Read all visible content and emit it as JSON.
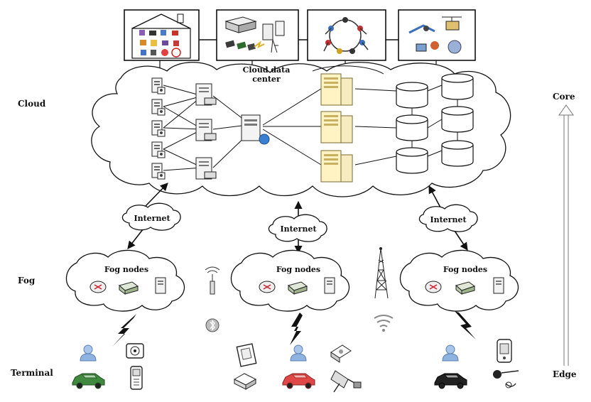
{
  "levels": {
    "cloud": "Cloud",
    "fog": "Fog",
    "terminal": "Terminal"
  },
  "axis": {
    "top": "Core",
    "bottom": "Edge"
  },
  "cloud_data_center": {
    "line1": "Cloud data",
    "line2": "center"
  },
  "internet_labels": [
    "Internet",
    "Internet",
    "Internet"
  ],
  "fog_labels": [
    "Fog nodes",
    "Fog nodes",
    "Fog nodes"
  ],
  "icons": {
    "application_boxes": [
      "smart-home-icon",
      "data-center-devices-icon",
      "social-network-icon",
      "industrial-icon"
    ],
    "cloud_servers": "server-icon",
    "databases": "database-icon",
    "fog_devices": [
      "router-icon",
      "switch-icon",
      "fog-server-icon"
    ],
    "wireless": [
      "antenna-icon",
      "bluetooth-icon",
      "cell-tower-icon",
      "wifi-icon",
      "lightning-link-icon"
    ],
    "terminals": [
      "user-icon",
      "car-icon",
      "camera-icon",
      "phone-icon",
      "tablet-icon",
      "satellite-icon",
      "router-small-icon",
      "headset-icon"
    ]
  },
  "colors": {
    "car_green": "#3f8a3f",
    "car_red": "#e04848",
    "car_black": "#222222",
    "user_blue": "#8fb3e0",
    "server_gold": "#fff3c4"
  }
}
